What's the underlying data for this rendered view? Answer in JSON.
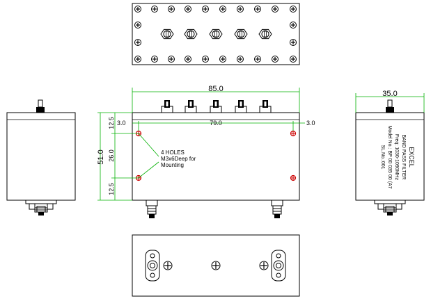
{
  "dimensions": {
    "width_overall": "85.0",
    "width_holes": "79.0",
    "edge_left": "3.0",
    "edge_right": "3.0",
    "height_overall": "51.0",
    "height_top": "12.5",
    "height_mid": "26.0",
    "height_bottom": "12.5",
    "side_width": "35.0"
  },
  "note": {
    "line1": "4 HOLES",
    "line2": "M3x6Deep for",
    "line3": "Mounting"
  },
  "label": {
    "brand": "EXCEL",
    "type": "BAND PASS FILTER",
    "freq": "Freq: 1030-1090MHz",
    "model": "Model No.: BP 00 035 00 (A7",
    "serial": "SL.No.:001"
  },
  "colors": {
    "dimension": "#00b000",
    "holes": "#cc0000",
    "outline": "#000000"
  }
}
